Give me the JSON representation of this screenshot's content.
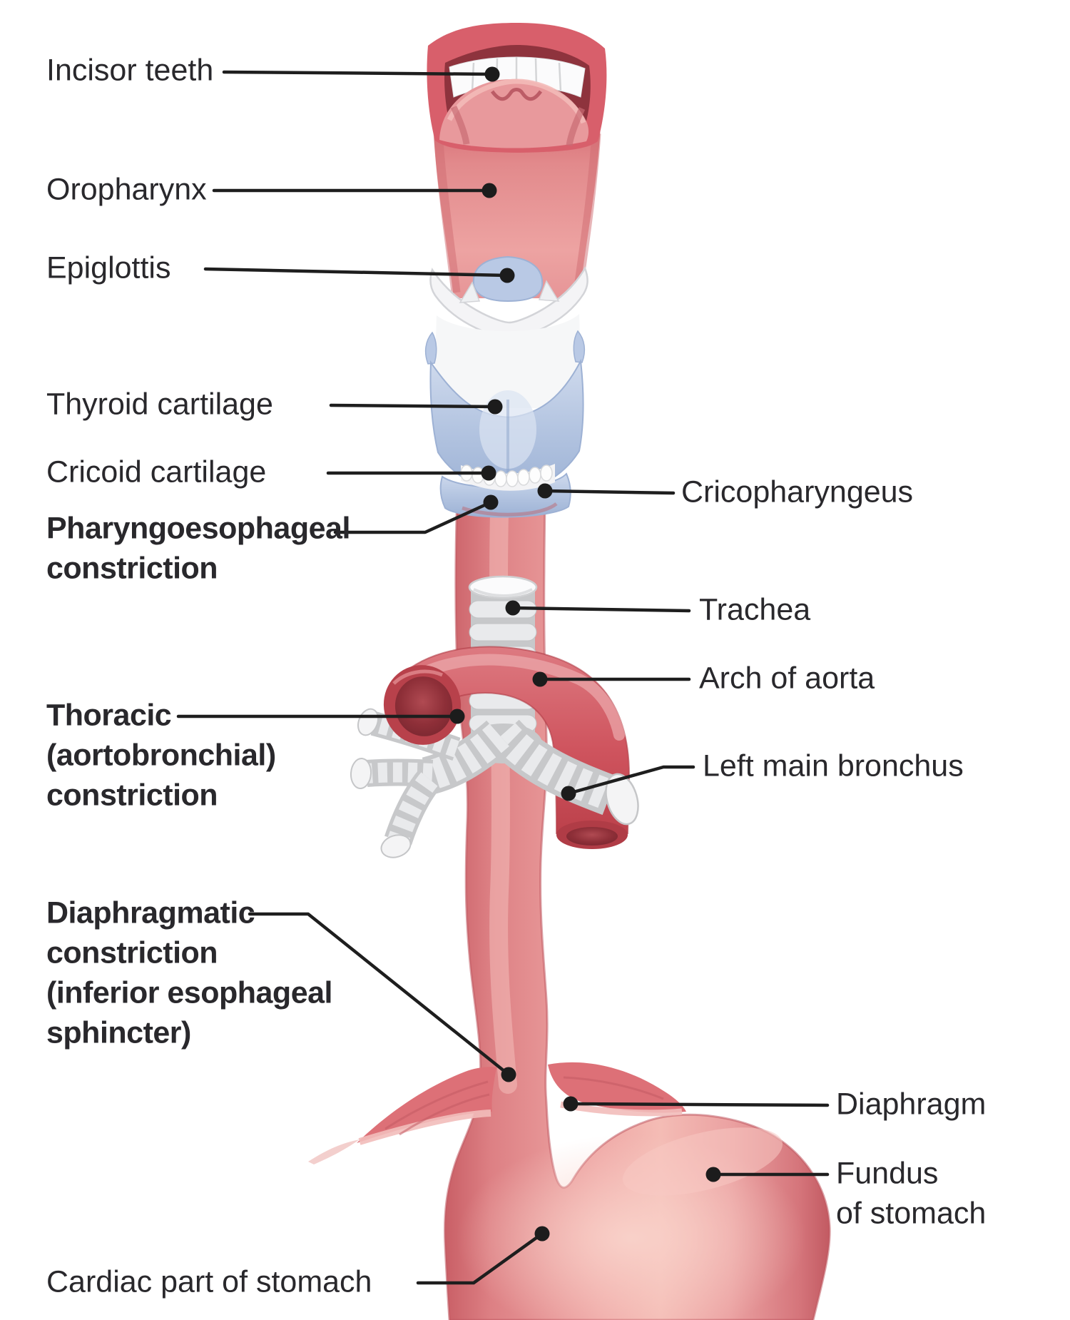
{
  "figure": {
    "type": "anatomical-diagram",
    "background": "#ffffff",
    "label_color": "#29282c",
    "leader_line_color": "#1e1e1e",
    "palette": {
      "esophagus_pink": "#eda2a2",
      "esophagus_edge": "#c95f66",
      "mouth_lip_red": "#d85f6b",
      "tongue_pink": "#e8999c",
      "cartilage_blue": "#b4c5e1",
      "bone_white": "#f4f4f6",
      "trachea_gray": "#c7c8ca",
      "trachea_rib_gray": "#e9eaec",
      "aorta_red": "#cf4f59",
      "diaphragm_pink": "#dd7077",
      "stomach_pink": "#eda2a2"
    }
  },
  "labels": {
    "incisor_teeth": {
      "text": "Incisor teeth",
      "emphasis": "regular"
    },
    "oropharynx": {
      "text": "Oropharynx",
      "emphasis": "regular"
    },
    "epiglottis": {
      "text": "Epiglottis",
      "emphasis": "regular"
    },
    "thyroid_cartilage": {
      "text": "Thyroid cartilage",
      "emphasis": "regular"
    },
    "cricoid_cartilage": {
      "text": "Cricoid cartilage",
      "emphasis": "regular"
    },
    "pharyngoesophageal": {
      "lines": [
        "Pharyngoesophageal",
        "constriction"
      ],
      "emphasis": "bold"
    },
    "thoracic": {
      "lines": [
        "Thoracic",
        "(aortobronchial)",
        "constriction"
      ],
      "emphasis": "bold"
    },
    "diaphragmatic": {
      "lines": [
        "Diaphragmatic",
        "constriction",
        "(inferior esophageal",
        "sphincter)"
      ],
      "emphasis": "bold"
    },
    "cricopharyngeus": {
      "text": "Cricopharyngeus",
      "emphasis": "regular"
    },
    "trachea": {
      "text": "Trachea",
      "emphasis": "regular"
    },
    "arch_of_aorta": {
      "text": "Arch of aorta",
      "emphasis": "regular"
    },
    "left_main_bronchus": {
      "text": "Left main bronchus",
      "emphasis": "regular"
    },
    "diaphragm": {
      "text": "Diaphragm",
      "emphasis": "regular"
    },
    "fundus_of_stomach": {
      "lines": [
        "Fundus",
        "of stomach"
      ],
      "emphasis": "regular"
    },
    "cardiac_part_of_stomach": {
      "text": "Cardiac part of stomach",
      "emphasis": "regular"
    }
  }
}
